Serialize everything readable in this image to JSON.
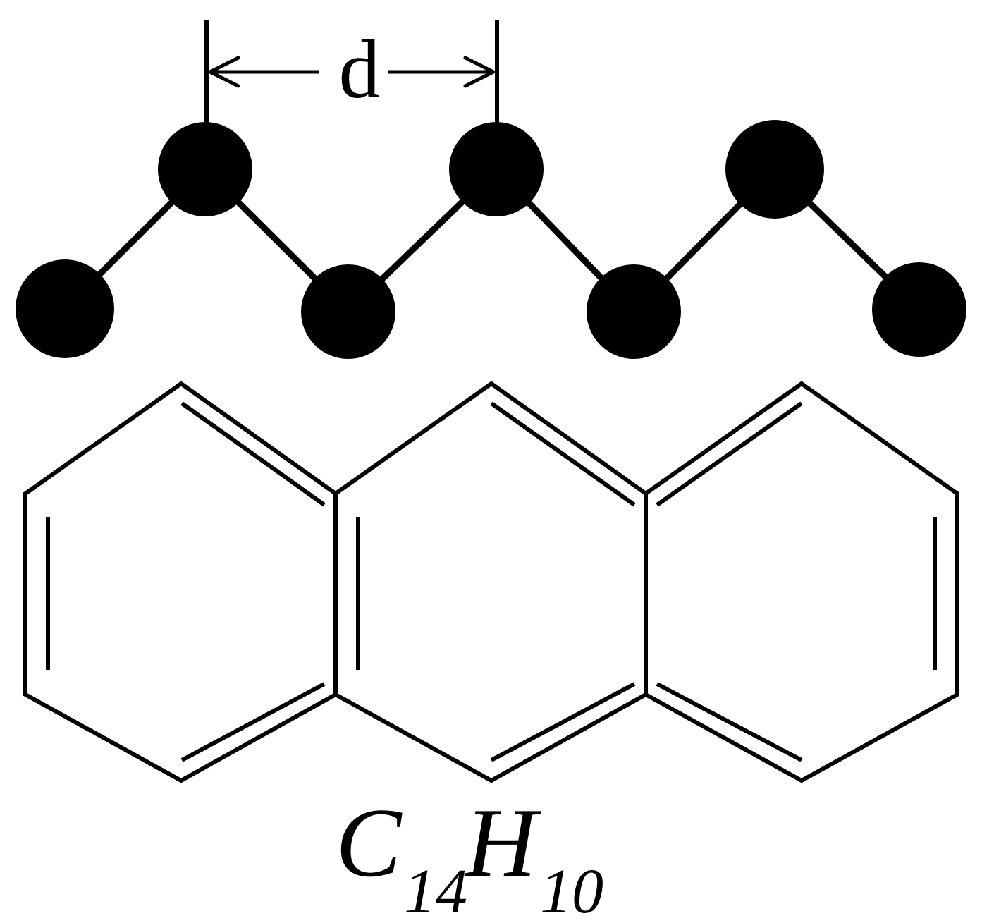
{
  "diagram": {
    "spacing_label": "d",
    "formula": {
      "c_symbol": "C",
      "c_subscript": "14",
      "h_symbol": "H",
      "h_subscript": "10"
    },
    "colors": {
      "ink": "#000000",
      "background": "#ffffff"
    }
  }
}
